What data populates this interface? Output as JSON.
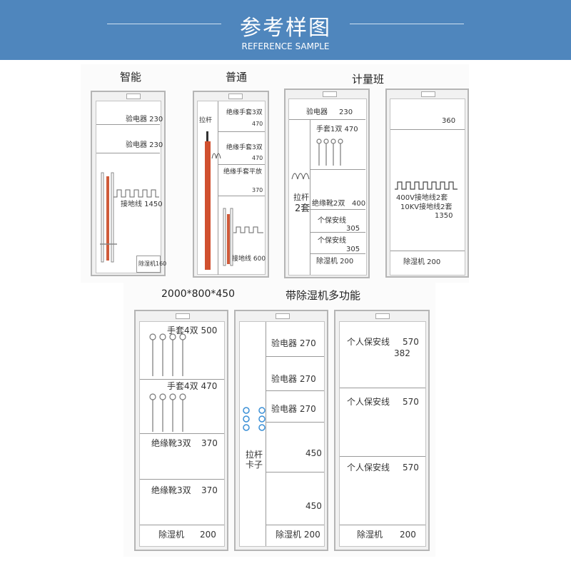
{
  "header": {
    "title": "参考样图",
    "subtitle": "REFERENCE SAMPLE"
  },
  "row1": {
    "labels": {
      "smart": "智能",
      "normal": "普通",
      "team": "计量班"
    },
    "c1": {
      "a": "验电器 230",
      "b": "验电器 230",
      "c": "接地线 1450",
      "d": "除湿机160"
    },
    "c2": {
      "pole": "拉杆",
      "a": "绝缘手套3双",
      "a_num": "470",
      "b": "绝缘手套3双",
      "b_num": "470",
      "c": "绝缘手套平放",
      "c_num": "370",
      "d": "接地线 600"
    },
    "c3": {
      "a": "验电器",
      "a_num": "230",
      "b": "手套1双 470",
      "pole": "拉杆",
      "pole2": "2套",
      "c": "绝缘靴2双",
      "c_num": "400",
      "d": "个保安线",
      "d_num": "305",
      "e": "个保安线",
      "e_num": "305",
      "f": "除湿机 200"
    },
    "c4": {
      "a": "360",
      "b": "400V接地线2套",
      "c": "10KV接地线2套",
      "d": "1350",
      "e": "除湿机 200"
    }
  },
  "row2": {
    "labels": {
      "size": "2000*800*450",
      "multi": "带除湿机多功能"
    },
    "c5": {
      "a": "手套4双 500",
      "b": "手套4双 470",
      "c": "绝缘靴3双",
      "c_num": "370",
      "d": "绝缘靴3双",
      "d_num": "370",
      "e": "除湿机",
      "e_num": "200"
    },
    "c6": {
      "a": "验电器 270",
      "b": "验电器 270",
      "c": "验电器 270",
      "d": "450",
      "e": "450",
      "f": "除湿机 200",
      "pole": "拉杆",
      "pole2": "卡子"
    },
    "c7": {
      "a": "个人保安线",
      "a_num": "570",
      "a_sub": "382",
      "b": "个人保安线",
      "b_num": "570",
      "c": "个人保安线",
      "c_num": "570",
      "d": "除湿机",
      "d_num": "200"
    }
  }
}
